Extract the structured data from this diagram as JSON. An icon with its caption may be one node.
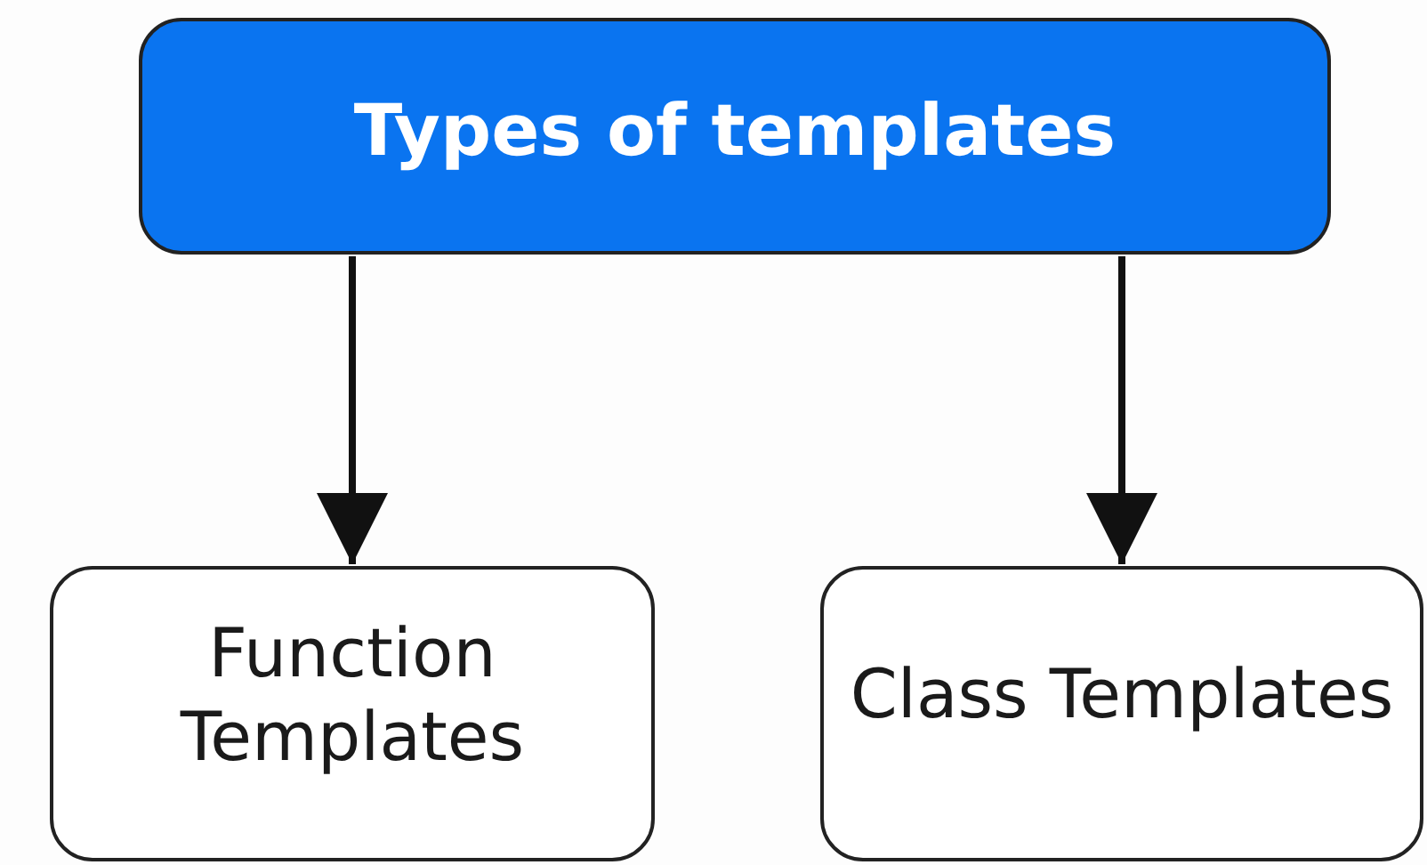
{
  "diagram": {
    "nodes": [
      {
        "text": [
          "Types of templates"
        ]
      },
      {
        "text": [
          "Function Templates"
        ]
      },
      {
        "text": [
          "Class Templates"
        ]
      }
    ],
    "edges": [
      {
        "from": 0,
        "to": 1,
        "arrow": "to"
      },
      {
        "from": 0,
        "to": 2,
        "arrow": "to"
      }
    ]
  }
}
